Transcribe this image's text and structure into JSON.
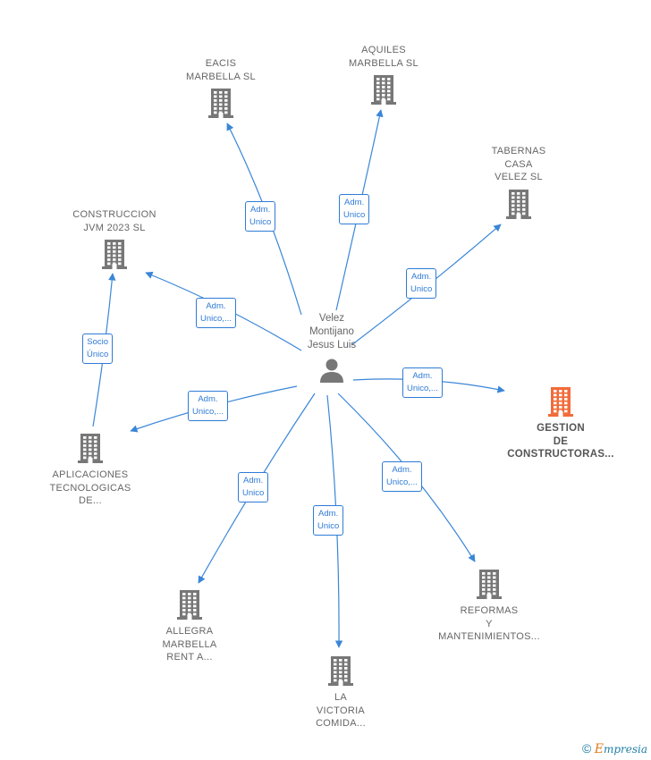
{
  "center": {
    "lines": [
      "Velez",
      "Montijano",
      "Jesus Luis"
    ],
    "icon": "person-icon"
  },
  "companies": [
    {
      "id": "eacis",
      "lines": [
        "EACIS",
        "MARBELLA  SL"
      ],
      "icon": "building-icon",
      "highlight": false
    },
    {
      "id": "aquiles",
      "lines": [
        "AQUILES",
        "MARBELLA  SL"
      ],
      "icon": "building-icon",
      "highlight": false
    },
    {
      "id": "tabernas",
      "lines": [
        "TABERNAS",
        "CASA",
        "VELEZ  SL"
      ],
      "icon": "building-icon",
      "highlight": false
    },
    {
      "id": "construccion",
      "lines": [
        "CONSTRUCCION",
        "JVM 2023  SL"
      ],
      "icon": "building-icon",
      "highlight": false
    },
    {
      "id": "gestion",
      "lines": [
        "GESTION",
        "DE",
        "CONSTRUCTORAS..."
      ],
      "icon": "building-icon",
      "highlight": true
    },
    {
      "id": "aplicaciones",
      "lines": [
        "APLICACIONES",
        "TECNOLOGICAS",
        "DE..."
      ],
      "icon": "building-icon",
      "highlight": false
    },
    {
      "id": "reformas",
      "lines": [
        "REFORMAS",
        "Y",
        "MANTENIMIENTOS..."
      ],
      "icon": "building-icon",
      "highlight": false
    },
    {
      "id": "allegra",
      "lines": [
        "ALLEGRA",
        "MARBELLA",
        "RENT A..."
      ],
      "icon": "building-icon",
      "highlight": false
    },
    {
      "id": "victoria",
      "lines": [
        "LA",
        "VICTORIA",
        "COMIDA..."
      ],
      "icon": "building-icon",
      "highlight": false
    }
  ],
  "relations": [
    {
      "id": "r-eacis",
      "lines": [
        "Adm.",
        "Unico"
      ]
    },
    {
      "id": "r-aquiles",
      "lines": [
        "Adm.",
        "Unico"
      ]
    },
    {
      "id": "r-tabernas",
      "lines": [
        "Adm.",
        "Unico"
      ]
    },
    {
      "id": "r-construccion",
      "lines": [
        "Adm.",
        "Unico,..."
      ]
    },
    {
      "id": "r-gestion",
      "lines": [
        "Adm.",
        "Unico,..."
      ]
    },
    {
      "id": "r-aplicaciones",
      "lines": [
        "Adm.",
        "Unico,..."
      ]
    },
    {
      "id": "r-socio",
      "lines": [
        "Socio",
        "Único"
      ]
    },
    {
      "id": "r-allegra",
      "lines": [
        "Adm.",
        "Unico"
      ]
    },
    {
      "id": "r-victoria",
      "lines": [
        "Adm.",
        "Unico"
      ]
    },
    {
      "id": "r-reformas",
      "lines": [
        "Adm.",
        "Unico,..."
      ]
    }
  ],
  "colors": {
    "link": "#3a86d8",
    "node": "#777777",
    "highlight": "#f26b3a"
  },
  "footer": {
    "copyright": "©",
    "brand_initial": "E",
    "brand_rest": "mpresia"
  }
}
